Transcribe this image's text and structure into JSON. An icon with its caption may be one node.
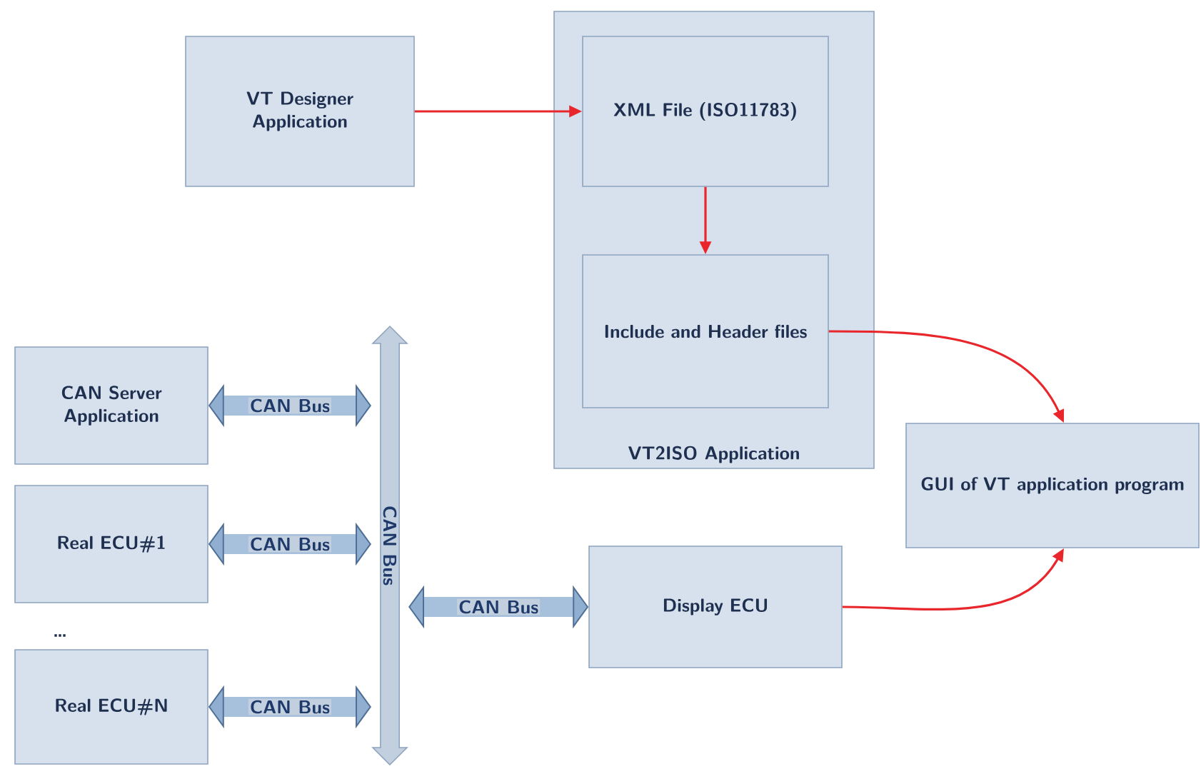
{
  "diagram": {
    "nodes": [
      {
        "text": [
          "VT Designer Application"
        ]
      },
      {
        "text": [
          "VT2ISO Application"
        ]
      },
      {
        "text": [
          "XML File (ISO11783)"
        ],
        "in": 1
      },
      {
        "text": [
          "Include and Header files"
        ],
        "in": 1
      },
      {
        "text": [
          "GUI of VT application program"
        ]
      },
      {
        "text": [
          "CAN Server Application"
        ]
      },
      {
        "text": [
          "Real ECU#1"
        ]
      },
      {
        "text": [
          "Real ECU#N"
        ]
      },
      {
        "text": [
          "Display ECU"
        ]
      },
      {
        "text": [
          "CAN Bus"
        ]
      }
    ],
    "edges": [
      {
        "from": 0,
        "to": 2,
        "arrow": "to",
        "color": "#e8262b"
      },
      {
        "from": 2,
        "to": 3,
        "arrow": "to",
        "color": "#e8262b"
      },
      {
        "from": 3,
        "to": 4,
        "arrow": "to",
        "color": "#e8262b"
      },
      {
        "from": 8,
        "to": 4,
        "arrow": "to",
        "color": "#e8262b"
      },
      {
        "from": 5,
        "to": 9,
        "arrow": "both",
        "label": "CAN Bus",
        "style": "thick",
        "color": "#a7c1dc"
      },
      {
        "from": 6,
        "to": 9,
        "arrow": "both",
        "label": "CAN Bus",
        "style": "thick",
        "color": "#a7c1dc"
      },
      {
        "from": 7,
        "to": 9,
        "arrow": "both",
        "label": "CAN Bus",
        "style": "thick",
        "color": "#a7c1dc"
      },
      {
        "from": 9,
        "to": 8,
        "arrow": "both",
        "label": "CAN Bus",
        "style": "thick",
        "color": "#a7c1dc"
      }
    ],
    "labels": [
      "…"
    ]
  }
}
